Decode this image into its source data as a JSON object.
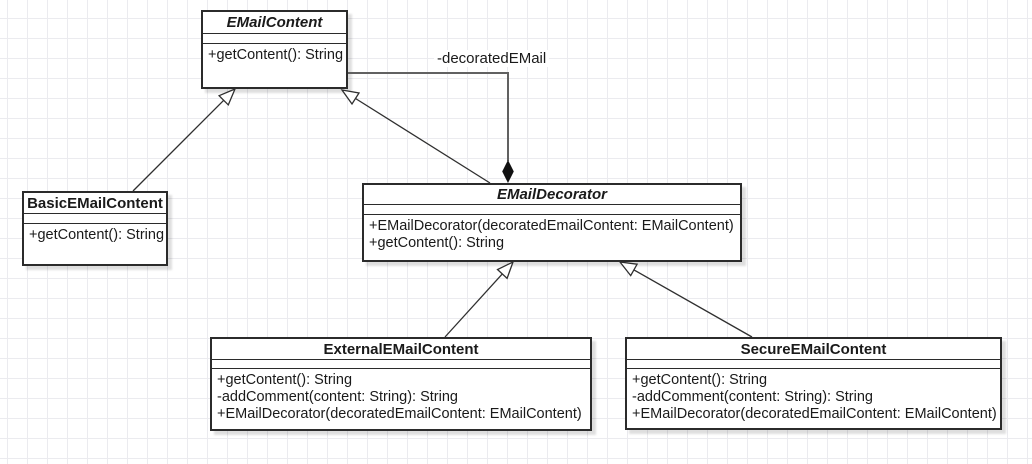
{
  "diagram": {
    "type": "uml-class-diagram",
    "classes": [
      {
        "name": "EMailContent",
        "abstract": true,
        "attributes": [],
        "methods": [
          "+getContent(): String"
        ]
      },
      {
        "name": "BasicEMailContent",
        "abstract": false,
        "attributes": [],
        "methods": [
          "+getContent(): String"
        ]
      },
      {
        "name": "EMailDecorator",
        "abstract": true,
        "attributes": [],
        "methods": [
          "+EMailDecorator(decoratedEmailContent: EMailContent)",
          "+getContent(): String"
        ]
      },
      {
        "name": "ExternalEMailContent",
        "abstract": false,
        "attributes": [],
        "methods": [
          "+getContent(): String",
          "-addComment(content: String): String",
          "+EMailDecorator(decoratedEmailContent: EMailContent)"
        ]
      },
      {
        "name": "SecureEMailContent",
        "abstract": false,
        "attributes": [],
        "methods": [
          "+getContent(): String",
          "-addComment(content: String): String",
          "+EMailDecorator(decoratedEmailContent: EMailContent)"
        ]
      }
    ],
    "relationships": [
      {
        "type": "generalization",
        "from": "BasicEMailContent",
        "to": "EMailContent",
        "label": ""
      },
      {
        "type": "generalization",
        "from": "EMailDecorator",
        "to": "EMailContent",
        "label": ""
      },
      {
        "type": "generalization",
        "from": "ExternalEMailContent",
        "to": "EMailDecorator",
        "label": ""
      },
      {
        "type": "generalization",
        "from": "SecureEMailContent",
        "to": "EMailDecorator",
        "label": ""
      },
      {
        "type": "composition",
        "from": "EMailDecorator",
        "to": "EMailContent",
        "label": "-decoratedEMail"
      }
    ],
    "colors": {
      "background": "#ffffff",
      "grid_line": "#ebebef",
      "box_border": "#2b2b2b",
      "box_fill": "#ffffff",
      "generalization_stroke": "#2f2f2f",
      "composition_stroke": "#616161",
      "diamond_fill": "#111111",
      "text": "#1a1a1a"
    }
  }
}
